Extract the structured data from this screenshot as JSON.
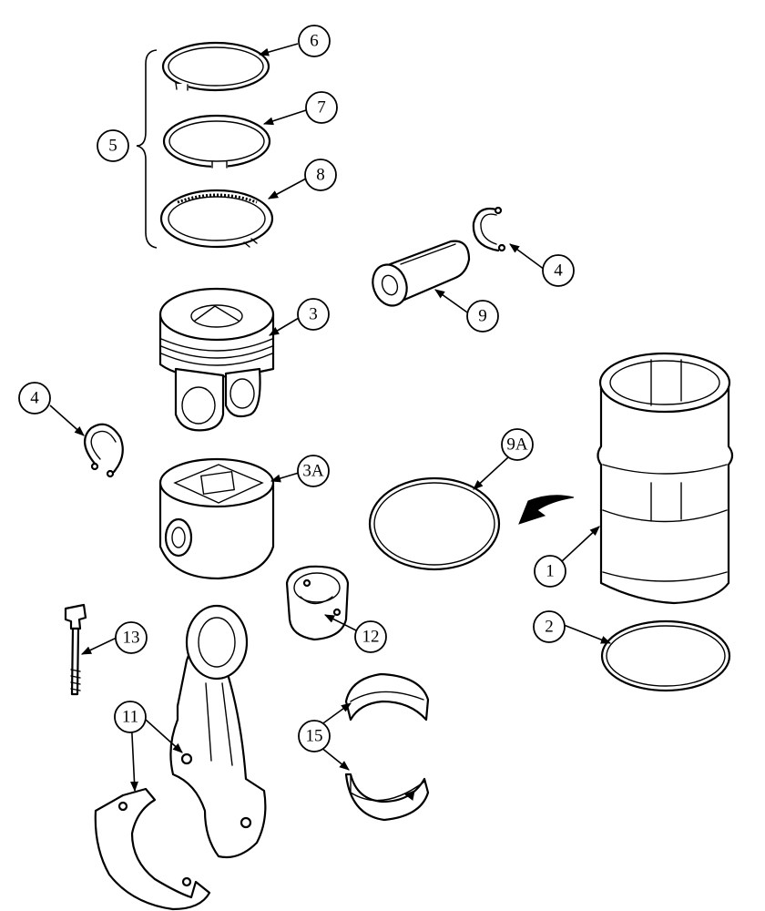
{
  "callouts": {
    "c1": "1",
    "c2": "2",
    "c3": "3",
    "c3a": "3A",
    "c4a": "4",
    "c4b": "4",
    "c5": "5",
    "c6": "6",
    "c7": "7",
    "c8": "8",
    "c9": "9",
    "c9a": "9A",
    "c11": "11",
    "c12": "12",
    "c13": "13",
    "c15": "15"
  }
}
